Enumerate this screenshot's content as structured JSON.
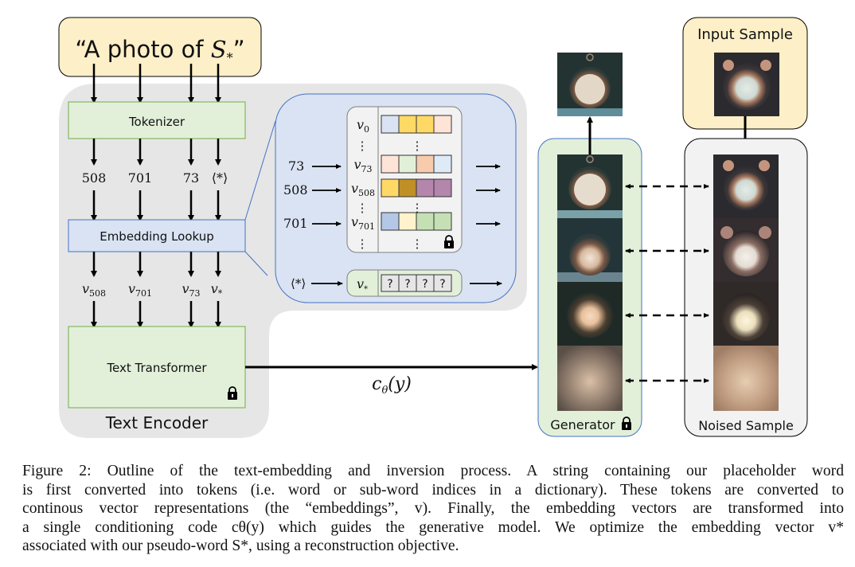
{
  "figure": {
    "prompt_text": "“A photo of S*”",
    "prompt_parts": {
      "open": "“A photo of ",
      "S": "S",
      "sub": "*",
      "close": "”"
    },
    "tokenizer_label": "Tokenizer",
    "tokens": [
      "508",
      "701",
      "73",
      "⟨*⟩"
    ],
    "embedding_lookup_label": "Embedding Lookup",
    "embeddings": [
      {
        "base": "v",
        "sub": "508"
      },
      {
        "base": "v",
        "sub": "701"
      },
      {
        "base": "v",
        "sub": "73"
      },
      {
        "base": "v",
        "sub": "*"
      }
    ],
    "text_transformer_label": "Text Transformer",
    "text_encoder_label": "Text Encoder",
    "conditioning_label": {
      "base": "c",
      "sub": "θ",
      "rest": "(y)"
    },
    "lookup_table": {
      "rows": [
        {
          "index_in": "",
          "base": "v",
          "sub": "0",
          "colors": [
            "#dae3f3",
            "#ffd966",
            "#ffd966",
            "#fde4d7"
          ]
        },
        {
          "index_in": "73",
          "base": "v",
          "sub": "73",
          "colors": [
            "#fde4d7",
            "#e2f0d9",
            "#f8cbad",
            "#deebf7"
          ]
        },
        {
          "index_in": "508",
          "base": "v",
          "sub": "508",
          "colors": [
            "#ffd966",
            "#bf9025",
            "#b486ac",
            "#b486ac"
          ]
        },
        {
          "index_in": "701",
          "base": "v",
          "sub": "701",
          "colors": [
            "#b4c7e7",
            "#fff2cc",
            "#c5e0b4",
            "#c5e0b4"
          ]
        }
      ],
      "ellipsis": "⋮",
      "placeholder_token": "⟨*⟩",
      "placeholder_vector": {
        "base": "v",
        "sub": "*",
        "cells": [
          "?",
          "?",
          "?",
          "?"
        ]
      }
    },
    "generator_label": "Generator",
    "input_sample_label": "Input Sample",
    "noised_sample_label": "Noised Sample",
    "colors": {
      "prompt_fill": "#fdefc7",
      "encoder_fill": "#e6e6e6",
      "green_fill": "#e2f0d9",
      "green_stroke": "#70ad47",
      "blue_fill": "#dae3f3",
      "blue_stroke": "#4472c4",
      "noised_fill": "#f2f2f2",
      "input_fill": "#fdefc7"
    }
  },
  "caption": {
    "lines": [
      "Figure 2: Outline of the text-embedding and inversion process. A string containing our placeholder word",
      "is first converted into tokens (i.e. word or sub-word indices in a dictionary). These tokens are converted to",
      "continous vector representations (the “embeddings”, v). Finally, the embedding vectors are transformed into",
      "a single conditioning code cθ(y) which guides the generative model. We optimize the embedding vector v*",
      "associated with our pseudo-word S*, using a reconstruction objective."
    ]
  }
}
